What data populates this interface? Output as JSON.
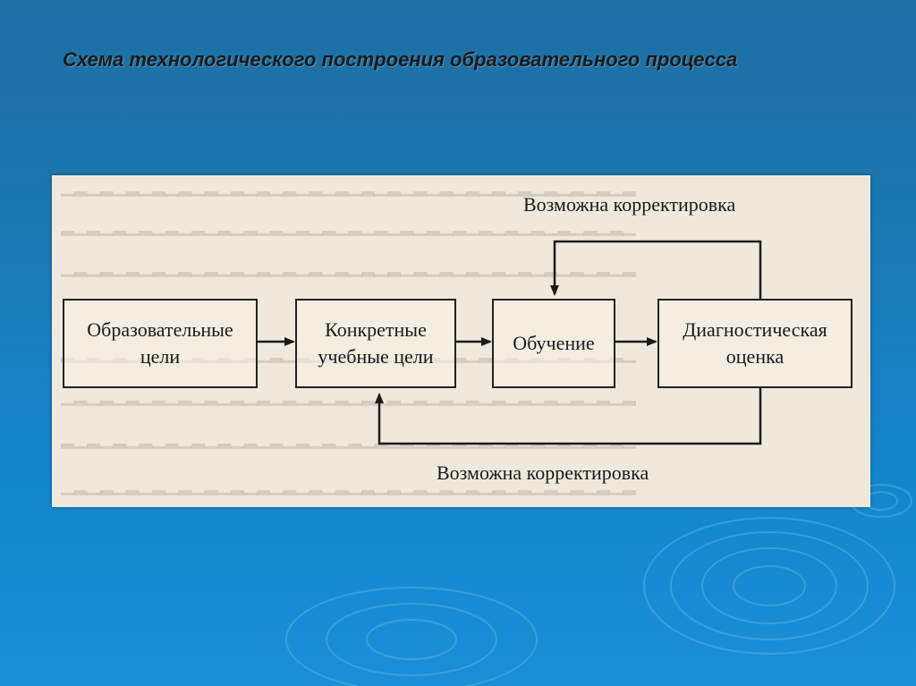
{
  "title": "Схема технологического построения образовательного процесса",
  "diagram": {
    "boxes": [
      {
        "id": "goals",
        "lines": [
          "Образовательные",
          "цели"
        ]
      },
      {
        "id": "specific-goals",
        "lines": [
          "Конкретные",
          "учебные цели"
        ]
      },
      {
        "id": "learning",
        "lines": [
          "Обучение"
        ]
      },
      {
        "id": "assessment",
        "lines": [
          "Диагностическая",
          "оценка"
        ]
      }
    ],
    "top_feedback_label": "Возможна корректировка",
    "bottom_feedback_label": "Возможна корректировка"
  }
}
